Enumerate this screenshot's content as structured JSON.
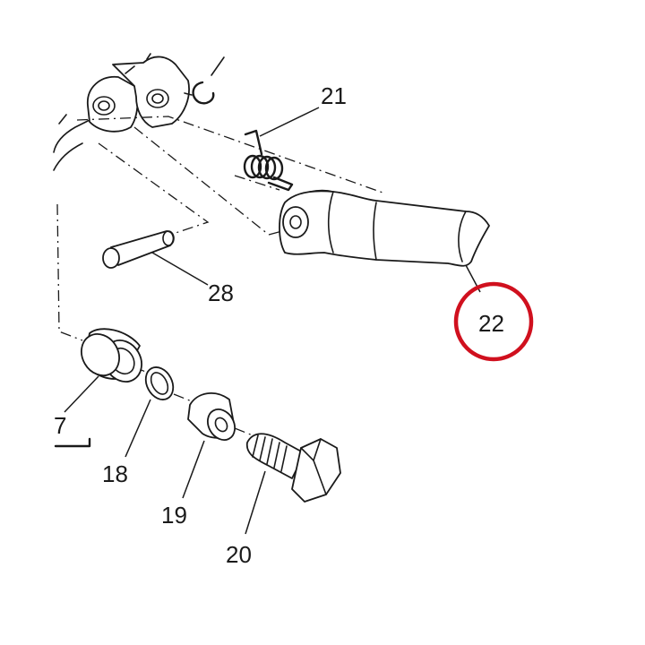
{
  "diagram": {
    "callouts": {
      "c21": "21",
      "c22": "22",
      "c28": "28",
      "c7": "7",
      "c18": "18",
      "c19": "19",
      "c20": "20"
    },
    "highlight": {
      "target": "22",
      "color": "#d0101e"
    },
    "ink_color": "#1a1a1a"
  }
}
